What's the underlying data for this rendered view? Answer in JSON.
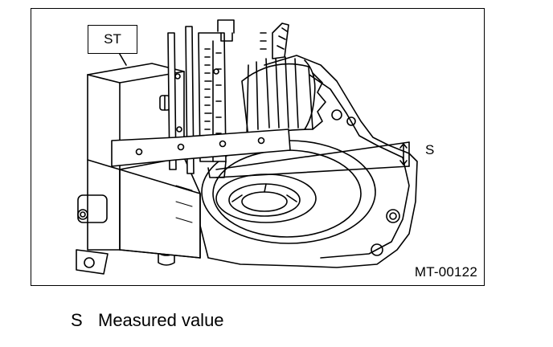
{
  "figure": {
    "code": "MT-00122",
    "callouts": {
      "tool": "ST",
      "dimension": "S"
    }
  },
  "legend": [
    {
      "key": "S",
      "text": "Measured value"
    }
  ]
}
